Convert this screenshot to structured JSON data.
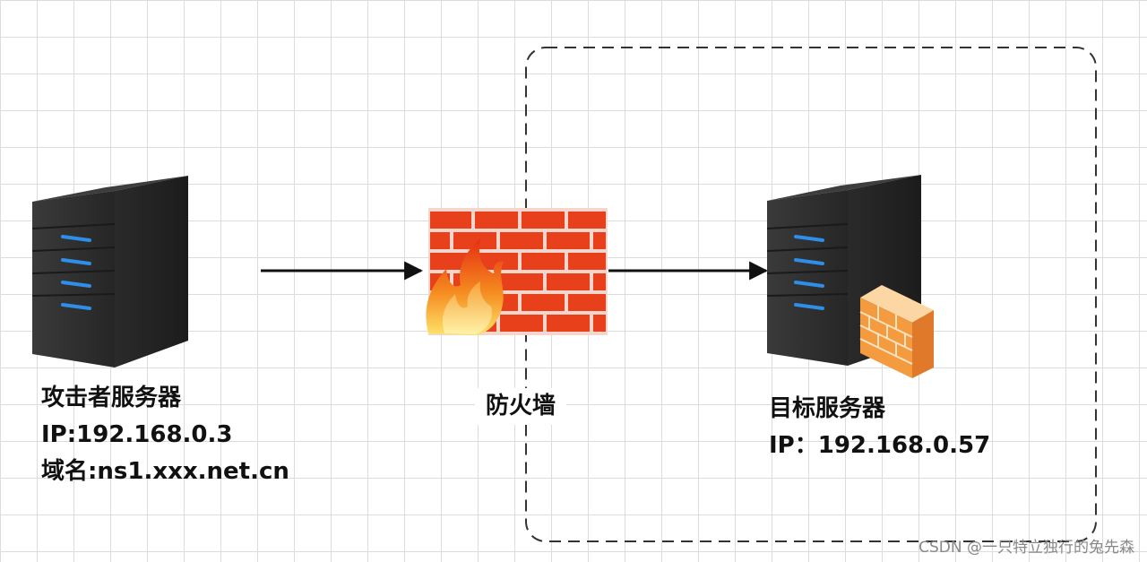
{
  "attacker": {
    "title": "攻击者服务器",
    "ip": "IP:192.168.0.3",
    "domain": "域名:ns1.xxx.net.cn"
  },
  "firewall": {
    "label": "防火墙"
  },
  "target": {
    "title": "目标服务器",
    "ip": "IP：192.168.0.57"
  },
  "watermark": "CSDN @一只特立独行的兔先森",
  "colors": {
    "brick": "#e8401a",
    "mortar": "#f6d6cc",
    "server_body": "#2d2d2d",
    "server_led": "#2f8fe8",
    "arrow": "#111111",
    "dashed_border": "#333333"
  }
}
